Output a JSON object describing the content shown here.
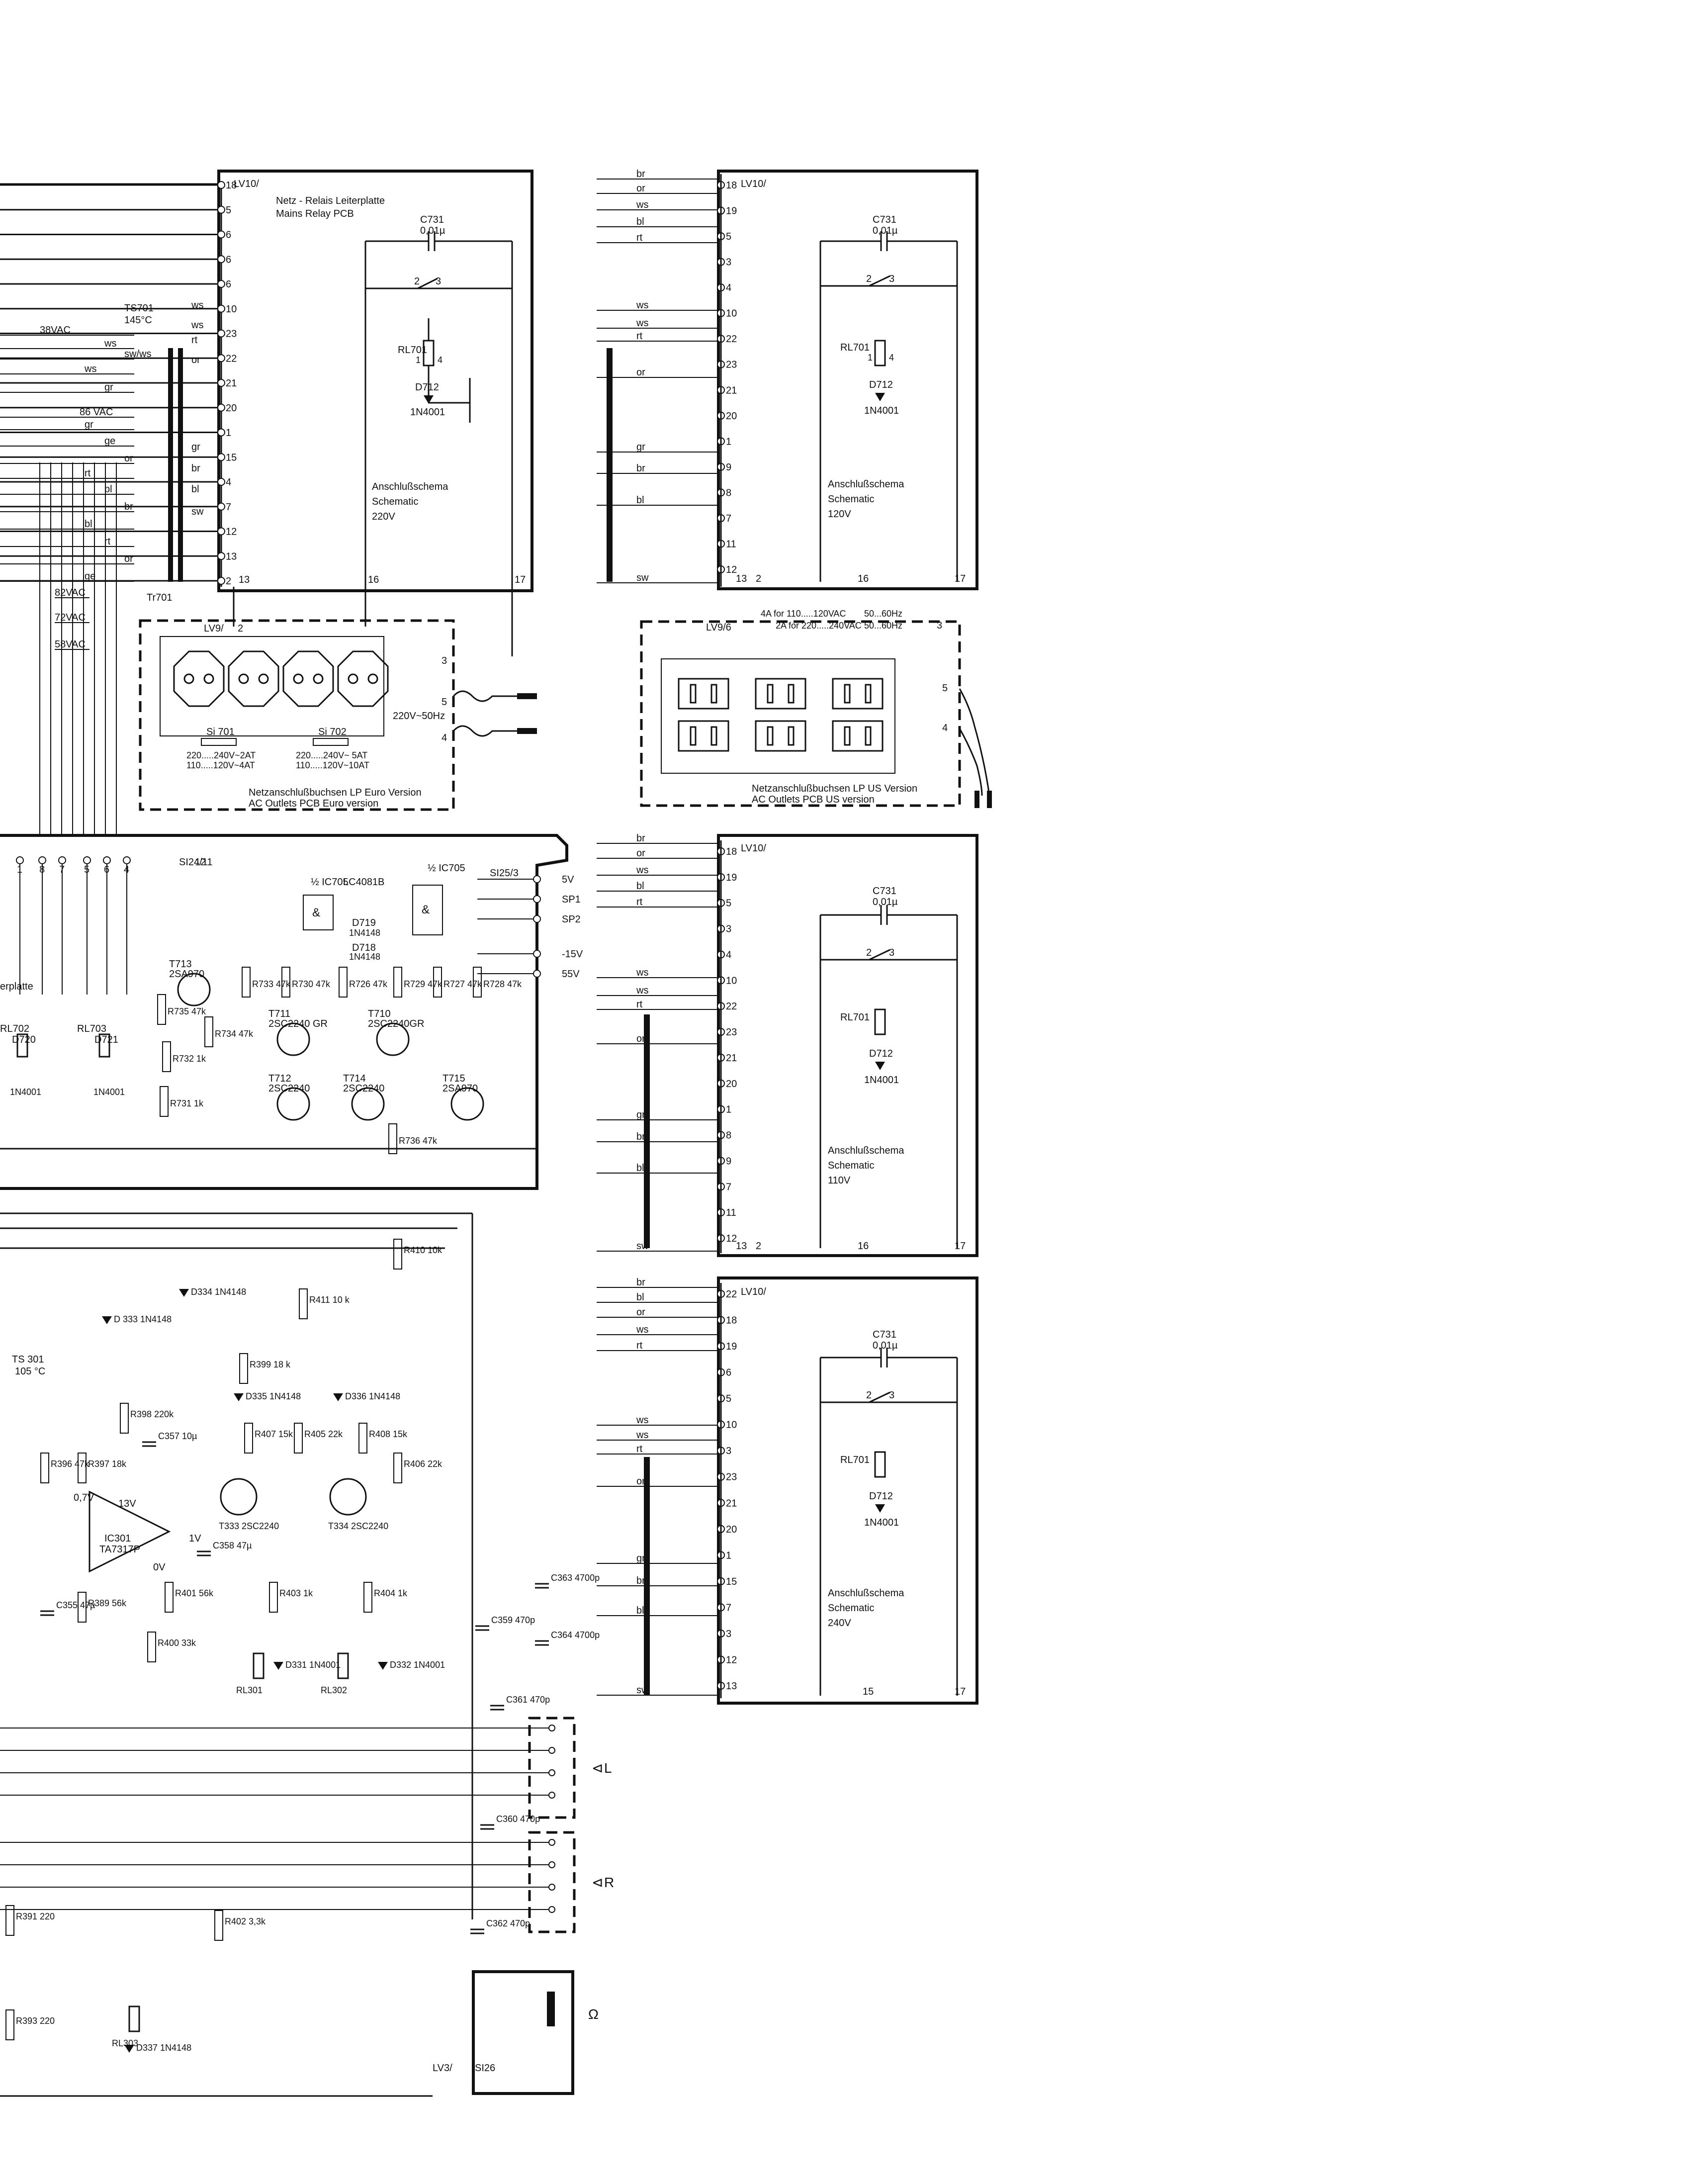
{
  "panel_220": {
    "connector": "LV10/",
    "pcb_de": "Netz - Relais  Leiterplatte",
    "pcb_en": "Mains  Relay  PCB",
    "cap_name": "C731",
    "cap_value": "0,01µ",
    "relay": "RL701",
    "diode": "D712",
    "diode_type": "1N4001",
    "thermal": "TS701",
    "thermal_temp": "145°C",
    "schematic_de": "Anschlußschema",
    "schematic_en": "Schematic",
    "voltage": "220V",
    "transformer": "Tr701",
    "pins_top": [
      "18",
      "5",
      "6",
      "6",
      "6",
      "10",
      "23",
      "22",
      "21",
      "20",
      "1",
      "15",
      "4",
      "7",
      "12",
      "13",
      "2"
    ],
    "wire_colors": [
      "ws",
      "ws",
      "rt",
      "or",
      "gr",
      "br",
      "bl",
      "sw"
    ],
    "bottom_pins": [
      "13",
      "16",
      "17"
    ]
  },
  "left_secondaries": {
    "labels": [
      "38VAC",
      "ws",
      "sw/ws",
      "ws",
      "gr",
      "86 VAC",
      "gr",
      "ge",
      "or",
      "rt",
      "bl",
      "br",
      "bl",
      "rt",
      "or",
      "ge"
    ],
    "ac_labels": [
      "82VAC",
      "72VAC",
      "58VAC"
    ]
  },
  "euro_outlets": {
    "connector": "LV9/",
    "fuse1": "Si 701",
    "fuse1_rating1": "220.....240V~2AT",
    "fuse1_rating2": "110.....120V~4AT",
    "fuse2": "Si 702",
    "fuse2_rating1": "220.....240V~ 5AT",
    "fuse2_rating2": "110.....120V~10AT",
    "mains": "220V~50Hz",
    "title_de": "Netzanschlußbuchsen LP Euro Version",
    "title_en": "AC Outlets PCB Euro version"
  },
  "panel_120": {
    "connector": "LV10/",
    "wire_colors": [
      "br",
      "or",
      "ws",
      "bl",
      "rt",
      "ws",
      "ws",
      "rt",
      "or",
      "gr",
      "br",
      "bl",
      "sw"
    ],
    "pins": [
      "18",
      "19",
      "5",
      "3",
      "4",
      "10",
      "22",
      "23",
      "21",
      "20",
      "1",
      "9",
      "8",
      "7",
      "11",
      "12"
    ],
    "cap_name": "C731",
    "cap_value": "0,01µ",
    "relay": "RL701",
    "diode": "D712",
    "diode_type": "1N4001",
    "schematic_de": "Anschlußschema",
    "schematic_en": "Schematic",
    "voltage": "120V",
    "bottom_pins": [
      "13",
      "2",
      "16",
      "17"
    ]
  },
  "us_outlets": {
    "connector": "LV9/6",
    "fuse_a": "4A for 110.....120VAC",
    "fuse_b": "2A for 220.....240VAC",
    "freq_a": "50...60Hz",
    "freq_b": "50...60Hz",
    "title_de": "Netzanschlußbuchsen LP US Version",
    "title_en": "AC Outlets PCB US version"
  },
  "protection_board": {
    "connectors": [
      "1",
      "8",
      "7",
      "5",
      "6",
      "4",
      "SI24/11",
      "12"
    ],
    "si25": "SI25/3",
    "ic1": "½ IC705",
    "ic_type": "LC4081B",
    "ic2": "½ IC705",
    "outputs": [
      "5V",
      "SP1",
      "SP2",
      "-15V",
      "55V"
    ],
    "transistors": [
      {
        "name": "T713",
        "type": "2SA970"
      },
      {
        "name": "T711",
        "type": "2SC2240 GR"
      },
      {
        "name": "T710",
        "type": "2SC2240GR"
      },
      {
        "name": "T712",
        "type": "2SC2240"
      },
      {
        "name": "T714",
        "type": "2SC2240"
      },
      {
        "name": "T715",
        "type": "2SA970"
      }
    ],
    "resistors": [
      "R735 47k",
      "R734 47k",
      "R733 47k",
      "R730 47k",
      "R726 47k",
      "R729 47k",
      "R727 47k",
      "R728 47k",
      "R732 1k",
      "R731 1k",
      "R736 47k"
    ],
    "diodes": [
      "D719 1N4148",
      "D718 1N4148",
      "D720 1N4001",
      "D721 1N4001"
    ],
    "relays": [
      "RL702",
      "RL703"
    ],
    "partial_label": "erplatte"
  },
  "panel_110": {
    "connector": "LV10/",
    "wire_colors": [
      "br",
      "or",
      "ws",
      "bl",
      "rt",
      "ws",
      "ws",
      "rt",
      "or",
      "gr",
      "br",
      "bl",
      "sw"
    ],
    "pins": [
      "18",
      "19",
      "5",
      "3",
      "4",
      "10",
      "22",
      "23",
      "21",
      "20",
      "1",
      "8",
      "9",
      "7",
      "11",
      "12"
    ],
    "cap_name": "C731",
    "cap_value": "0,01µ",
    "relay": "RL701",
    "diode": "D712",
    "diode_type": "1N4001",
    "schematic_de": "Anschlußschema",
    "schematic_en": "Schematic",
    "voltage": "110V",
    "bottom_pins": [
      "13",
      "2",
      "16",
      "17"
    ]
  },
  "panel_240": {
    "connector": "LV10/",
    "wire_colors": [
      "br",
      "bl",
      "or",
      "ws",
      "rt",
      "ws",
      "ws",
      "rt",
      "or",
      "gr",
      "br",
      "bl",
      "sw"
    ],
    "pins": [
      "22",
      "18",
      "19",
      "6",
      "5",
      "10",
      "3",
      "23",
      "21",
      "20",
      "1",
      "15",
      "7",
      "3",
      "12",
      "13"
    ],
    "cap_name": "C731",
    "cap_value": "0,01µ",
    "relay": "RL701",
    "diode": "D712",
    "diode_type": "1N4001",
    "schematic_de": "Anschlußschema",
    "schematic_en": "Schematic",
    "voltage": "240V",
    "bottom_pins": [
      "15",
      "17"
    ]
  },
  "amp_section": {
    "ic": "IC301",
    "ic_type": "TA7317P",
    "thermal": "TS 301",
    "thermal_temp": "105 °C",
    "diodes": [
      "D334 1N4148",
      "D 333 1N4148",
      "D335 1N4148",
      "D336 1N4148",
      "D331 1N4001",
      "D332 1N4001",
      "D337 1N4148"
    ],
    "resistors": [
      "R410 10k",
      "R411 10 k",
      "R399 18 k",
      "R398 220k",
      "R396 47k",
      "R397 18k",
      "R407 15k",
      "R405 22k",
      "R408 15k",
      "R406 22k",
      "R401 56k",
      "R400 33k",
      "R403 1k",
      "R404 1k",
      "R389 56k",
      "R402 3,3k",
      "R391 220",
      "R393 220"
    ],
    "caps": [
      "C357 10µ",
      "C358 47µ",
      "C355 47µ",
      "C363 4700p",
      "C359 470p",
      "C364 4700p",
      "C361 470p",
      "C360 470p",
      "C362 470p"
    ],
    "transistors": [
      "T333 2SC2240",
      "T334 2SC2240"
    ],
    "relays": [
      "RL301",
      "RL302",
      "RL303"
    ],
    "voltages": [
      "13V",
      "0,7V",
      "1V",
      "0V"
    ],
    "speaker_L": "L",
    "speaker_R": "R",
    "headphone_conn": "LV3/",
    "si26": "SI26"
  }
}
